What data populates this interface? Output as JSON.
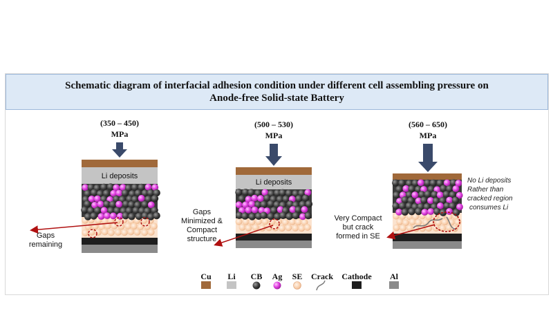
{
  "title": {
    "line1": "Schematic diagram of interfacial adhesion condition under different cell assembling pressure on",
    "line2": "Anode-free Solid-state Battery"
  },
  "colors": {
    "cu": "#a0693a",
    "li": "#c4c4c4",
    "cb": "#4a4a4a",
    "ag": "#e040e0",
    "se": "#f7c9a3",
    "cathode": "#1e1e1e",
    "al": "#8a8a8a",
    "arrow": "#3a4a6a",
    "pointer": "#b01010"
  },
  "cells": [
    {
      "pressure_line1": "(350 – 450)",
      "pressure_line2": "MPa",
      "li_label": "Li deposits",
      "note_lines": [
        "Gaps",
        "remaining"
      ]
    },
    {
      "pressure_line1": "(500 – 530)",
      "pressure_line2": "MPa",
      "li_label": "Li deposits",
      "note_lines": [
        "Gaps",
        "Minimized &",
        "Compact",
        "structure"
      ]
    },
    {
      "pressure_line1": "(560 – 650)",
      "pressure_line2": "MPa",
      "li_label": "",
      "note_lines": [
        "Very Compact",
        "but crack",
        "formed in SE"
      ],
      "side_note_lines": [
        "No Li deposits",
        "Rather than",
        "cracked region",
        "consumes Li"
      ]
    }
  ],
  "legend": [
    {
      "label": "Cu",
      "icon": "cu-swatch"
    },
    {
      "label": "Li",
      "icon": "li-swatch"
    },
    {
      "label": "CB",
      "icon": "cb-particle"
    },
    {
      "label": "Ag",
      "icon": "ag-particle"
    },
    {
      "label": "SE",
      "icon": "se-particle"
    },
    {
      "label": "Crack",
      "icon": "crack-curve"
    },
    {
      "label": "Cathode",
      "icon": "cathode-swatch"
    },
    {
      "label": "Al",
      "icon": "al-swatch"
    }
  ]
}
